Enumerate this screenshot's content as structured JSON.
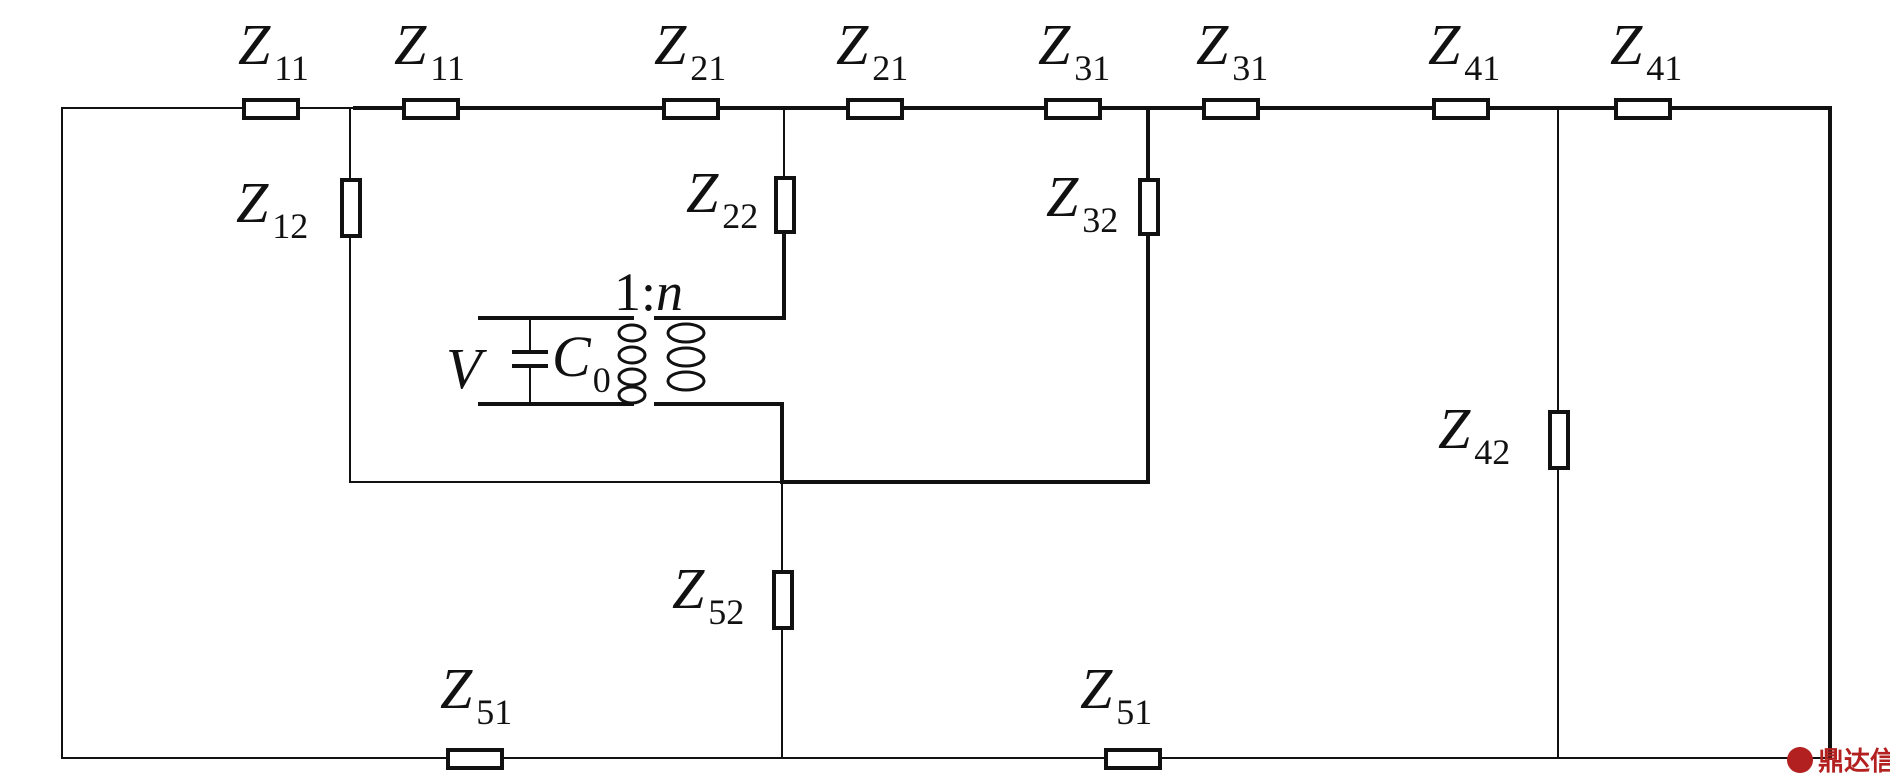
{
  "diagram": {
    "resistors": {
      "z11a": {
        "symbol": "Z",
        "index": "11"
      },
      "z11b": {
        "symbol": "Z",
        "index": "11"
      },
      "z21a": {
        "symbol": "Z",
        "index": "21"
      },
      "z21b": {
        "symbol": "Z",
        "index": "21"
      },
      "z31a": {
        "symbol": "Z",
        "index": "31"
      },
      "z31b": {
        "symbol": "Z",
        "index": "31"
      },
      "z41a": {
        "symbol": "Z",
        "index": "41"
      },
      "z41b": {
        "symbol": "Z",
        "index": "41"
      },
      "z12": {
        "symbol": "Z",
        "index": "12"
      },
      "z22": {
        "symbol": "Z",
        "index": "22"
      },
      "z32": {
        "symbol": "Z",
        "index": "32"
      },
      "z42": {
        "symbol": "Z",
        "index": "42"
      },
      "z52": {
        "symbol": "Z",
        "index": "52"
      },
      "z51a": {
        "symbol": "Z",
        "index": "51"
      },
      "z51b": {
        "symbol": "Z",
        "index": "51"
      }
    },
    "transformer": {
      "ratio_prefix": "1:",
      "ratio_n": "n"
    },
    "source": {
      "voltage": "V",
      "capacitor_symbol": "C",
      "capacitor_index": "0"
    },
    "watermark": "鼎达信"
  }
}
